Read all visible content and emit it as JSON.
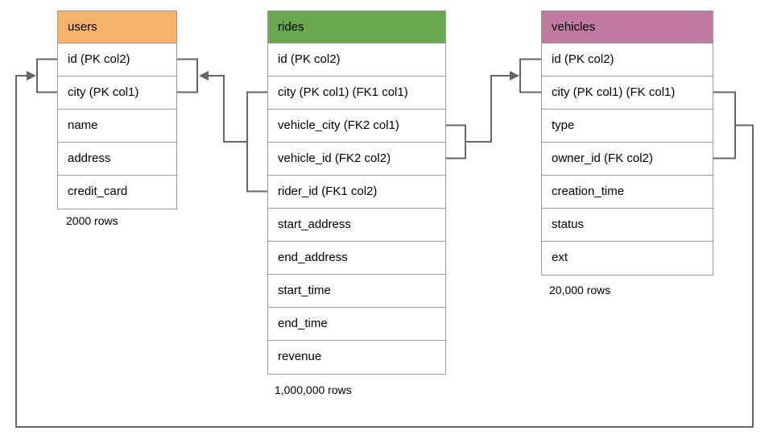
{
  "tables": {
    "users": {
      "name": "users",
      "header_color": "#f6b26b",
      "columns": [
        "id (PK col2)",
        "city (PK col1)",
        "name",
        "address",
        "credit_card"
      ],
      "row_count_label": "2000 rows"
    },
    "rides": {
      "name": "rides",
      "header_color": "#6aa84f",
      "columns": [
        "id (PK col2)",
        "city (PK col1) (FK1 col1)",
        "vehicle_city (FK2 col1)",
        "vehicle_id (FK2 col2)",
        "rider_id (FK1 col2)",
        "start_address",
        "end_address",
        "start_time",
        "end_time",
        "revenue"
      ],
      "row_count_label": "1,000,000 rows"
    },
    "vehicles": {
      "name": "vehicles",
      "header_color": "#c27ba0",
      "columns": [
        "id (PK col2)",
        "city (PK col1) (FK col1)",
        "type",
        "owner_id (FK col2)",
        "creation_time",
        "status",
        "ext"
      ],
      "row_count_label": "20,000 rows"
    }
  },
  "relationships": [
    {
      "name": "rides-to-users",
      "from_table": "rides",
      "from_columns": [
        "city (PK col1) (FK1 col1)",
        "rider_id (FK1 col2)"
      ],
      "to_table": "users",
      "to_columns": [
        "id (PK col2)",
        "city (PK col1)"
      ]
    },
    {
      "name": "rides-to-vehicles",
      "from_table": "rides",
      "from_columns": [
        "vehicle_city (FK2 col1)",
        "vehicle_id (FK2 col2)"
      ],
      "to_table": "vehicles",
      "to_columns": [
        "id (PK col2)",
        "city (PK col1) (FK col1)"
      ]
    },
    {
      "name": "vehicles-to-users",
      "from_table": "vehicles",
      "from_columns": [
        "city (PK col1) (FK col1)",
        "owner_id (FK col2)"
      ],
      "to_table": "users",
      "to_columns": [
        "id (PK col2)",
        "city (PK col1)"
      ]
    }
  ],
  "colors": {
    "line": "#666666",
    "table_border": "#999999",
    "users_header": "#f6b26b",
    "rides_header": "#6aa84f",
    "vehicles_header": "#c27ba0"
  }
}
